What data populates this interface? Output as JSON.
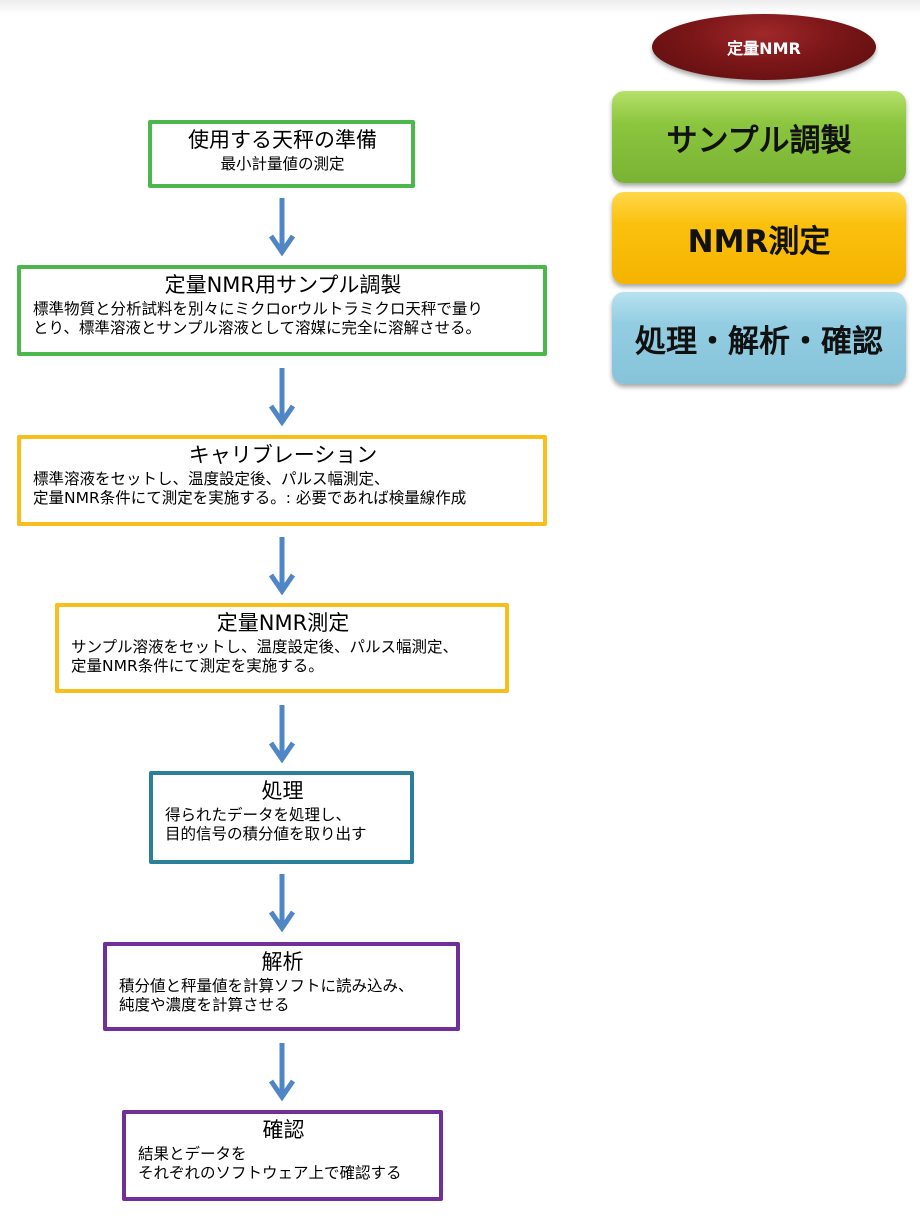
{
  "legend": {
    "header": "定量NMR",
    "items": [
      {
        "label": "サンプル調製",
        "color": "#8cc63f"
      },
      {
        "label": "NMR測定",
        "color": "#fbc00e"
      },
      {
        "label": "処理・解析・確認",
        "color": "#93cde2"
      }
    ]
  },
  "steps": [
    {
      "title": "使用する天秤の準備",
      "desc": "最小計量値の測定",
      "category": "サンプル調製",
      "border_color": "#4cb84c"
    },
    {
      "title": "定量NMR用サンプル調製",
      "desc": "標準物質と分析試料を別々にミクロorウルトラミクロ天秤で量り\nとり、標準溶液とサンプル溶液として溶媒に完全に溶解させる。",
      "category": "サンプル調製",
      "border_color": "#4cb84c"
    },
    {
      "title": "キャリブレーション",
      "desc": "標準溶液をセットし、温度設定後、パルス幅測定、\n定量NMR条件にて測定を実施する。: 必要であれば検量線作成",
      "category": "NMR測定",
      "border_color": "#f9be1b"
    },
    {
      "title": "定量NMR測定",
      "desc": "サンプル溶液をセットし、温度設定後、パルス幅測定、\n定量NMR条件にて測定を実施する。",
      "category": "NMR測定",
      "border_color": "#f9be1b"
    },
    {
      "title": "処理",
      "desc": "得られたデータを処理し、\n目的信号の積分値を取り出す",
      "category": "処理・解析・確認",
      "border_color": "#2a8099"
    },
    {
      "title": "解析",
      "desc": "積分値と秤量値を計算ソフトに読み込み、\n純度や濃度を計算させる",
      "category": "処理・解析・確認",
      "border_color": "#6f3099"
    },
    {
      "title": "確認",
      "desc": "結果とデータを\nそれぞれのソフトウェア上で確認する",
      "category": "処理・解析・確認",
      "border_color": "#6f3099"
    }
  ],
  "arrow_color": "#4f86c6"
}
